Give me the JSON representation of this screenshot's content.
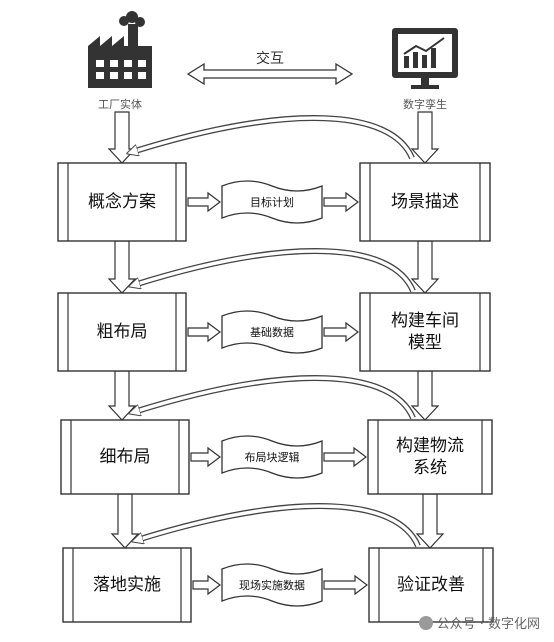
{
  "header": {
    "left_label": "工厂实体",
    "right_label": "数字孪生",
    "interaction_label": "交互"
  },
  "rows": [
    {
      "left": "概念方案",
      "doc": "目标计划",
      "right": "场景描述"
    },
    {
      "left": "粗布局",
      "doc": "基础数据",
      "right": "构建车间\n模型"
    },
    {
      "left": "细布局",
      "doc": "布局块逻辑",
      "right": "构建物流\n系统"
    },
    {
      "left": "落地实施",
      "doc": "现场实施数据",
      "right": "验证改善"
    }
  ],
  "watermark": "公众号 · 数字化网",
  "icons": {
    "factory": "factory-icon",
    "monitor": "monitor-chart-icon"
  }
}
